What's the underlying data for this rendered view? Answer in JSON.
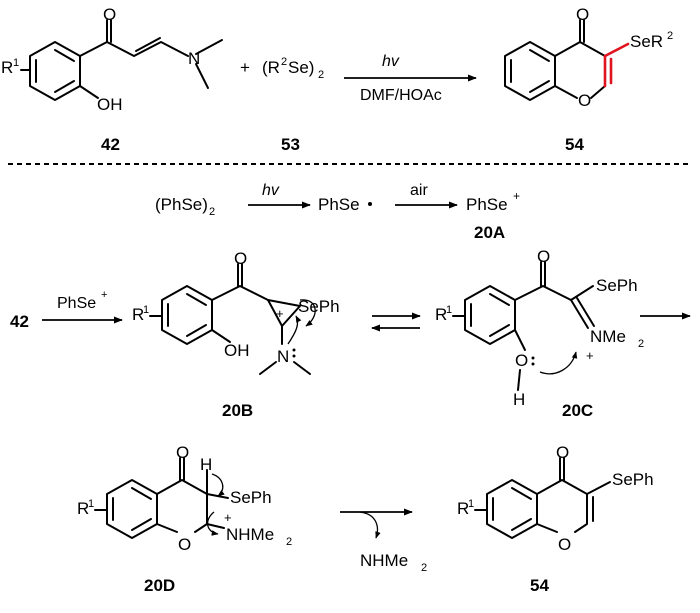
{
  "reaction1": {
    "reactant1_R": "R",
    "reactant1_R_sup": "1",
    "reactant1_O": "O",
    "reactant1_OH": "OH",
    "reactant1_N": "N",
    "plus": "+",
    "reactant2_open": "(R",
    "reactant2_sup": "2",
    "reactant2_mid": "Se)",
    "reactant2_sub": "2",
    "cond_top": "hv",
    "cond_bottom": "DMF/HOAc",
    "product_O_top": "O",
    "product_O_ring": "O",
    "product_Se": "SeR",
    "product_Se_sup": "2",
    "label_reactant1": "42",
    "label_reactant2": "53",
    "label_product": "54"
  },
  "step1": {
    "start": "(PhSe)",
    "start_sub": "2",
    "cond1": "hv",
    "radical": "PhSe",
    "cond2": "air",
    "cation": "PhSe",
    "cation_sup": "+",
    "label": "20A"
  },
  "step2": {
    "start_label": "42",
    "reagent": "PhSe",
    "reagent_sup": "+",
    "b_R": "R",
    "b_R_sup": "1",
    "b_O": "O",
    "b_OH": "OH",
    "b_plus": "+",
    "b_SePh": "SePh",
    "b_N": "N",
    "label_b": "20B",
    "c_R": "R",
    "c_R_sup": "1",
    "c_O": "O",
    "c_SePh": "SePh",
    "c_Oph": "O",
    "c_H": "H",
    "c_NMe": "NMe",
    "c_NMe_sub": "2",
    "c_plus": "+",
    "label_c": "20C"
  },
  "step3": {
    "d_R": "R",
    "d_R_sup": "1",
    "d_O_top": "O",
    "d_H": "H",
    "d_SePh": "SePh",
    "d_plus": "+",
    "d_NHMe": "NHMe",
    "d_NHMe_sub": "2",
    "d_O_ring": "O",
    "label_d": "20D",
    "leaving": "NHMe",
    "leaving_sub": "2",
    "p_R": "R",
    "p_R_sup": "1",
    "p_O_top": "O",
    "p_SePh": "SePh",
    "p_O_ring": "O",
    "label_p": "54"
  }
}
